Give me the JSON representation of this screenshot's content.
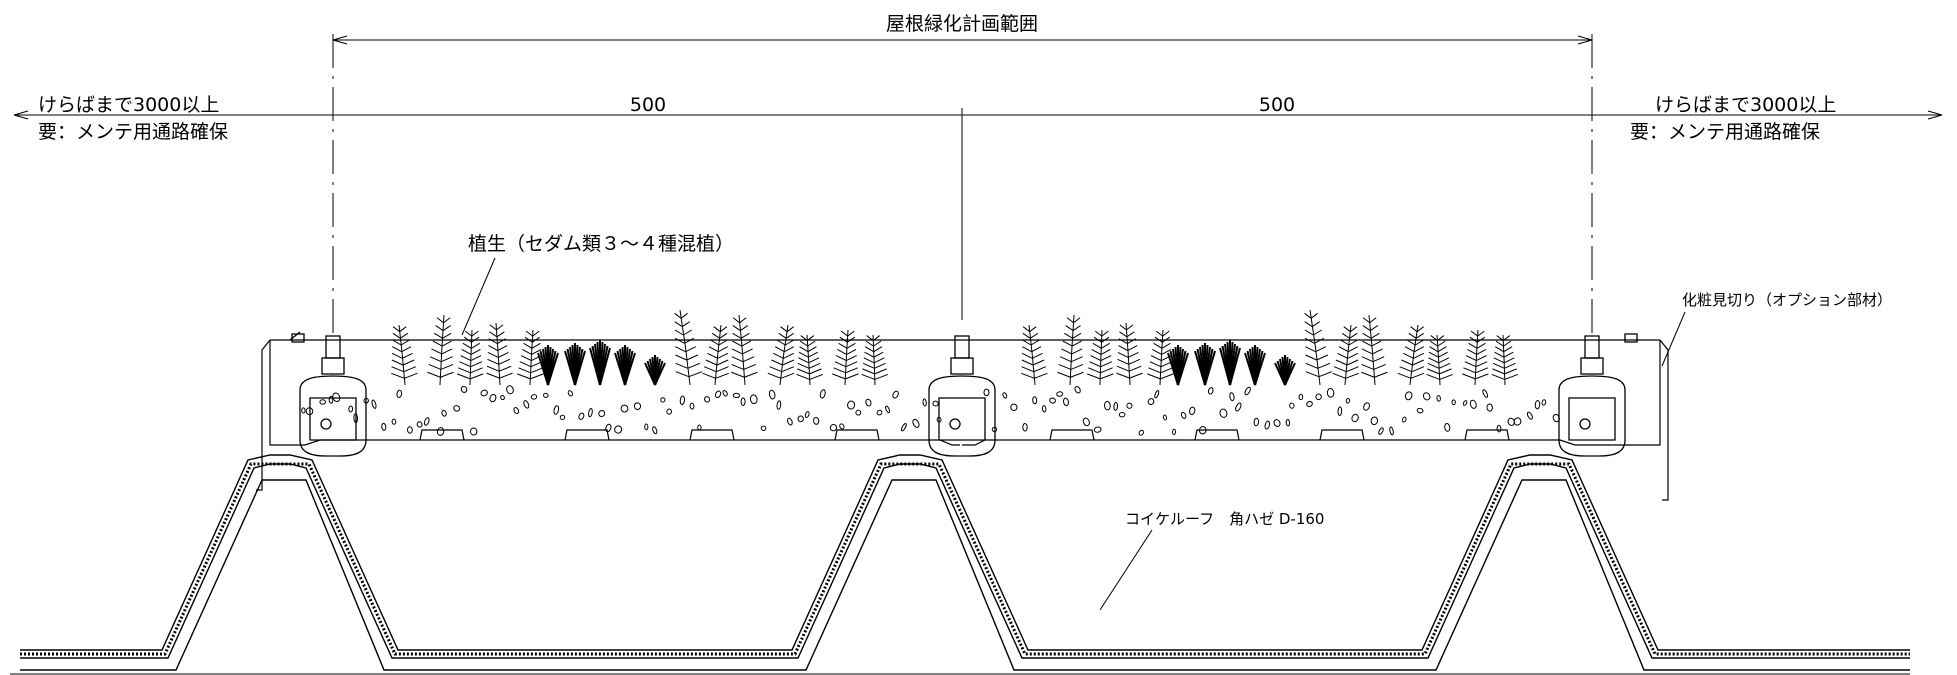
{
  "title": "屋根緑化計画範囲",
  "dimensions": {
    "left": "500",
    "right": "500"
  },
  "margins": {
    "left_line1": "けらばまで3000以上",
    "left_line2": "要：メンテ用通路確保",
    "right_line1": "けらばまで3000以上",
    "right_line2": "要：メンテ用通路確保"
  },
  "callouts": {
    "vegetation": "植生（セダム類３～４種混植）",
    "trim": "化粧見切り（オプション部材）",
    "roof": "コイケルーフ　角ハゼ D-160"
  },
  "colors": {
    "line": "#000000",
    "background": "#ffffff"
  }
}
